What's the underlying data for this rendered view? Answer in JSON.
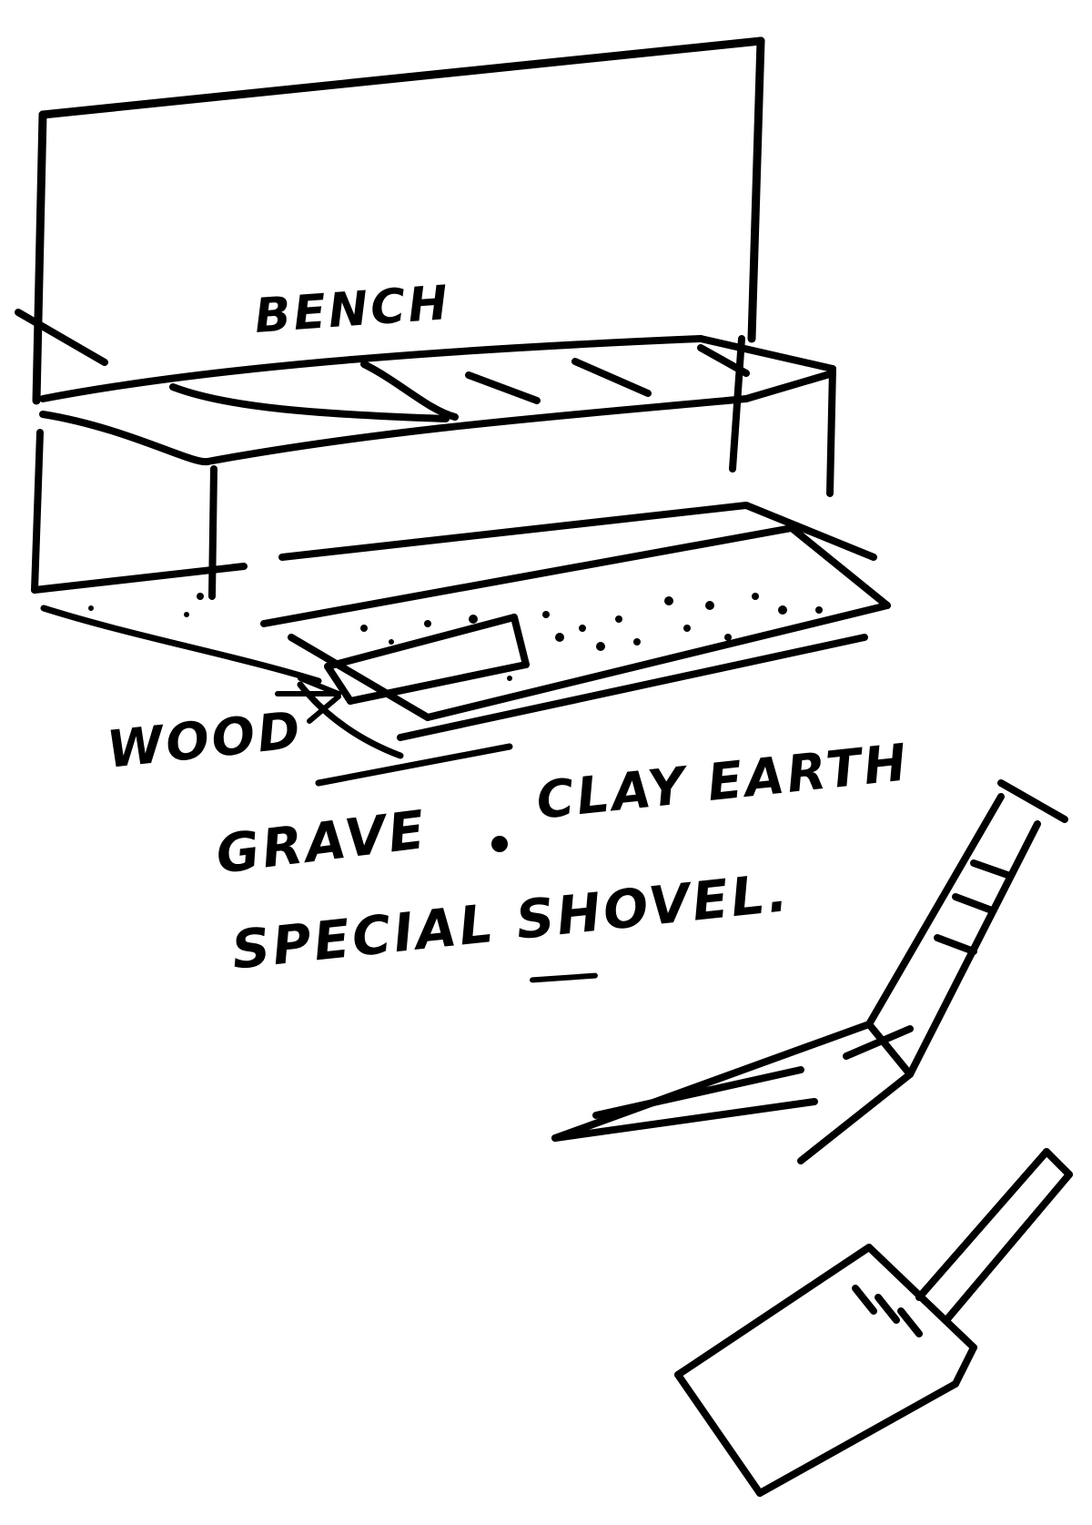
{
  "labels": {
    "bench": "BENCH",
    "wood": "WOOD",
    "grave": "GRAVE",
    "clay_earth": "CLAY EARTH",
    "special_shovel_prefix": "SPECIAL",
    "special_shovel_underlined": "SHOVEL."
  },
  "colors": {
    "ink": "#000000",
    "paper": "#ffffff"
  },
  "icons": {
    "shovel_side": "shovel-side-view-icon",
    "shovel_front": "shovel-front-view-icon",
    "bullet": "bullet-dot-icon"
  }
}
